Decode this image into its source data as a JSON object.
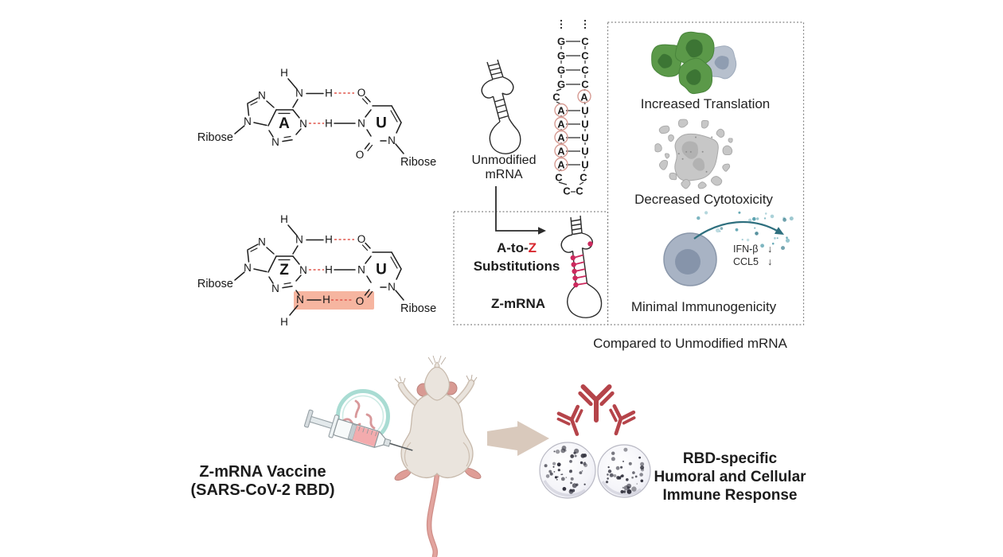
{
  "chem": {
    "h": "H",
    "n": "N",
    "o": "O",
    "a": "A",
    "u": "U",
    "z": "Z",
    "ribose": "Ribose"
  },
  "hairpin_unmodified": {
    "line1": "Unmodified",
    "line2": "mRNA"
  },
  "ladder": {
    "left": [
      "G",
      "G",
      "G",
      "G",
      "C",
      "A",
      "A",
      "A",
      "A",
      "A",
      "C",
      "C"
    ],
    "right": [
      "C",
      "C",
      "C",
      "C",
      "A",
      "U",
      "U",
      "U",
      "U",
      "U",
      "C",
      "C"
    ]
  },
  "atoz": {
    "prefix": "A-to-",
    "z": "Z",
    "line2": "Substitutions",
    "name": "Z-mRNA"
  },
  "outcomes": [
    {
      "label": "Increased Translation"
    },
    {
      "label": "Decreased Cytotoxicity"
    },
    {
      "label": "Minimal Immunogenicity"
    }
  ],
  "cytokines": [
    {
      "name": "IFN-β",
      "arrow": "↓"
    },
    {
      "name": "CCL5",
      "arrow": "↓"
    }
  ],
  "comparison_note": "Compared to Unmodified mRNA",
  "vaccine": {
    "line1": "Z-mRNA Vaccine",
    "line2": "(SARS-CoV-2 RBD)"
  },
  "response": {
    "line1": "RBD-specific",
    "line2": "Humoral and Cellular",
    "line3": "Immune Response"
  },
  "icons": {
    "mrna-hairpin": "stem-loop mRNA structure",
    "sequence-ladder": "base-paired RNA duplex with A-to-Z positions circled",
    "cell-cluster": "translating cells",
    "cell-debris": "cytotoxic debris",
    "immune-cell": "cell secreting cytokines",
    "syringe": "vaccine syringe",
    "mouse": "laboratory mouse",
    "antibody": "IgG antibody",
    "elispot-well": "ELISpot well"
  },
  "colors": {
    "accent_red": "#d7282f",
    "hbond_red": "#e0564c",
    "highlight_salmon": "#f5a88f",
    "z_dot_crimson": "#cc2a5e",
    "cell_green": "#5b9949",
    "cell_green_nucleus": "#3c7534",
    "cell_gray": "#b7c0cd",
    "debris_gray": "#c7c7c7",
    "immune_cell_blue": "#a8b3c4",
    "cytokine_teal": "#4f9dab",
    "antibody_red": "#b5444a",
    "arrow_beige": "#d9c9bc",
    "mouse_cream": "#eae4dd",
    "mouse_pink": "#d89a93",
    "syringe_liquid_pink": "#f3abad",
    "ring_teal": "#a9dcd3"
  }
}
